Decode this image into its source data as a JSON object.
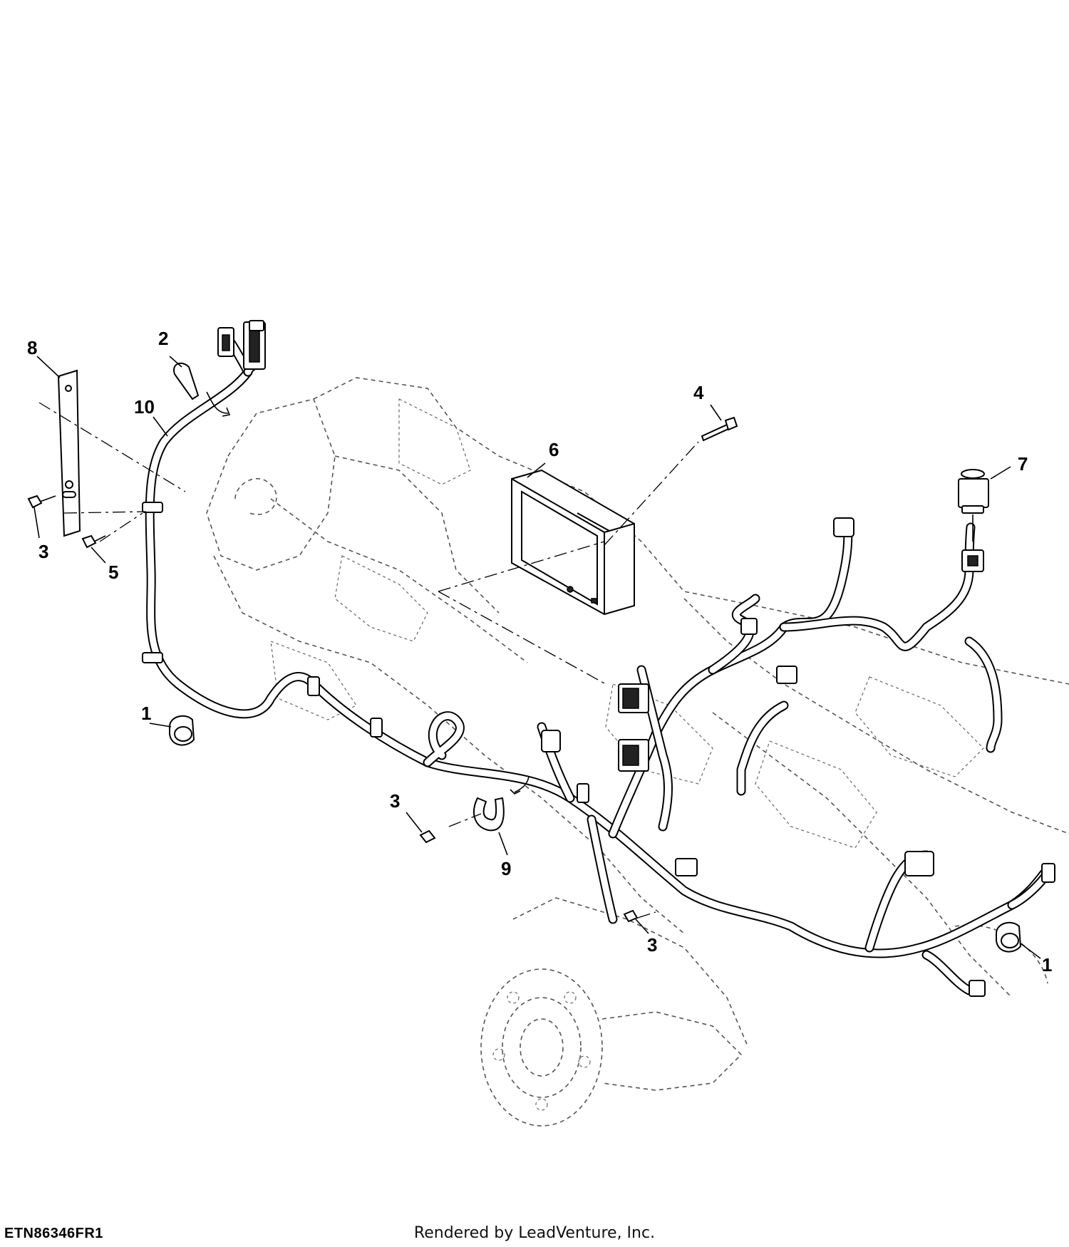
{
  "diagram": {
    "callouts": [
      {
        "id": "c8",
        "label": "8"
      },
      {
        "id": "c2",
        "label": "2"
      },
      {
        "id": "c10",
        "label": "10"
      },
      {
        "id": "c4",
        "label": "4"
      },
      {
        "id": "c6",
        "label": "6"
      },
      {
        "id": "c7",
        "label": "7"
      },
      {
        "id": "c3a",
        "label": "3"
      },
      {
        "id": "c5",
        "label": "5"
      },
      {
        "id": "c1a",
        "label": "1"
      },
      {
        "id": "c3b",
        "label": "3"
      },
      {
        "id": "c9",
        "label": "9"
      },
      {
        "id": "c3c",
        "label": "3"
      },
      {
        "id": "c1b",
        "label": "1"
      }
    ]
  },
  "reference_code": "ETN86346FR1",
  "footer_text": "Rendered by LeadVenture, Inc."
}
